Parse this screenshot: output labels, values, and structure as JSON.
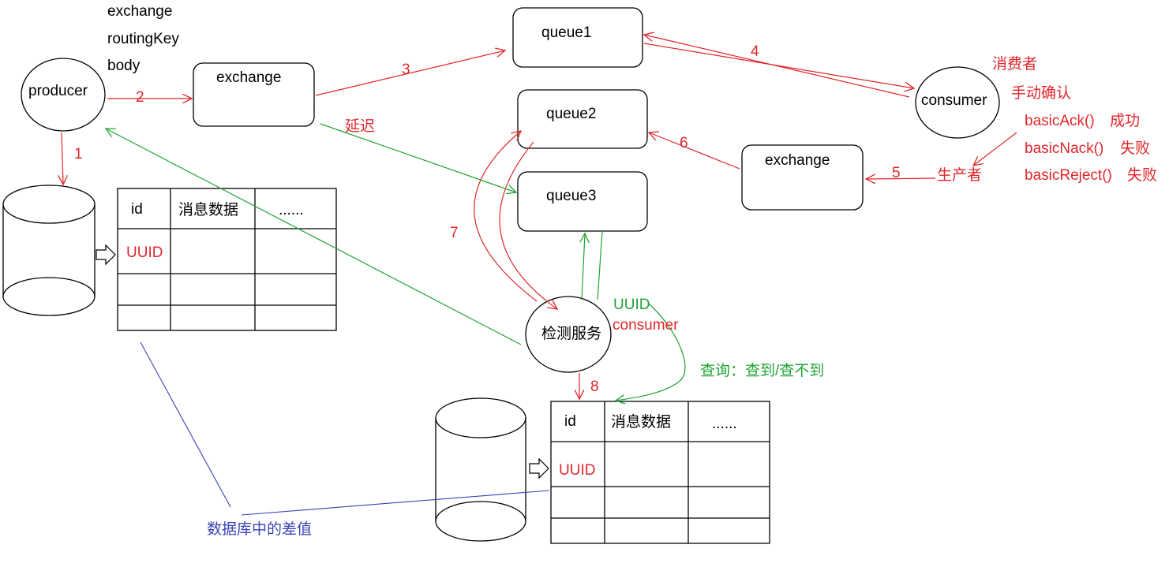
{
  "message_fields": [
    "exchange",
    "routingKey",
    "body"
  ],
  "nodes": {
    "producer": "producer",
    "exchange_top": "exchange",
    "queue1": "queue1",
    "queue2": "queue2",
    "queue3": "queue3",
    "consumer": "consumer",
    "exchange_right": "exchange",
    "check_service": "检测服务"
  },
  "step_labels": [
    "1",
    "2",
    "3",
    "4",
    "5",
    "6",
    "7",
    "8"
  ],
  "delay_label": "延迟",
  "consumer_notes": {
    "role": "消费者",
    "mode": "手动确认",
    "ack": "basicAck()",
    "ack_result": "成功",
    "nack": "basicNack()",
    "nack_result": "失败",
    "reject": "basicReject()",
    "reject_result": "失败",
    "producer_role": "生产者"
  },
  "check_labels": {
    "uuid": "UUID",
    "consumer": "consumer",
    "query": "查询：查到/查不到"
  },
  "table_left": {
    "headers": [
      "id",
      "消息数据",
      "......"
    ],
    "first_cell": "UUID"
  },
  "table_bottom": {
    "headers": [
      "id",
      "消息数据",
      "......"
    ],
    "first_cell": "UUID"
  },
  "db_diff_label": "数据库中的差值",
  "colors": {
    "red": "#e0262b",
    "green": "#21a336",
    "blue": "#3b43b5",
    "black": "#000000"
  }
}
